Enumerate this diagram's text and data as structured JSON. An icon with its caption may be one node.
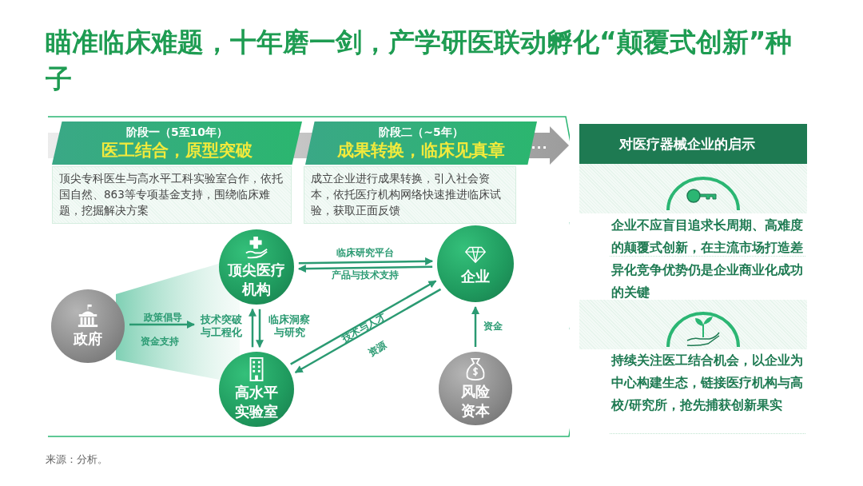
{
  "diagram": {
    "title": "瞄准临床难题，十年磨一剑，产学研医联动孵化“颠覆式创新”种子",
    "caption": "来源：分析。",
    "nodes": [
      {
        "text": [
          "阶段一（5至10年）",
          "医工结合，原型突破"
        ]
      },
      {
        "text": [
          "顶尖专科医生与高水平工科实验室合作，依托国自然、863等专项基金支持，围绕临床难题，挖掘解决方案"
        ]
      },
      {
        "text": [
          "阶段二（~5年）",
          "成果转换，临床见真章"
        ]
      },
      {
        "text": [
          "成立企业进行成果转换，引入社会资本，依托医疗机构网络快速推进临床试验，获取正面反馈"
        ]
      },
      {
        "text": [
          "政府"
        ]
      },
      {
        "text": [
          "顶尖医疗机构"
        ]
      },
      {
        "text": [
          "高水平实验室"
        ]
      },
      {
        "text": [
          "企业"
        ]
      },
      {
        "text": [
          "风险资本"
        ]
      },
      {
        "text": [
          "对医疗器械企业的启示"
        ]
      },
      {
        "text": [
          "企业不应盲目追求长周期、高难度的颠覆式创新，在主流市场打造差异化竞争优势仍是企业商业化成功的关键"
        ],
        "in": 9
      },
      {
        "text": [
          "持续关注医工结合机会，以企业为中心构建生态，链接医疗机构与高校/研究所，抢先捕获创新果实"
        ],
        "in": 9
      }
    ],
    "edges": [
      {
        "from": 4,
        "to": null,
        "arrow": "to",
        "label": "政策倡导"
      },
      {
        "from": 6,
        "to": 5,
        "arrow": "to",
        "label": "技术突破与工程化"
      },
      {
        "from": 5,
        "to": 6,
        "arrow": "to",
        "label": "临床洞察与研究"
      },
      {
        "from": 5,
        "to": 7,
        "arrow": "to",
        "label": "临床研究平台"
      },
      {
        "from": 7,
        "to": 5,
        "arrow": "to",
        "label": "产品与技术支持"
      },
      {
        "from": 6,
        "to": 7,
        "arrow": "to",
        "label": "技术与人才"
      },
      {
        "from": 7,
        "to": 6,
        "arrow": "to",
        "label": "资源"
      },
      {
        "from": 8,
        "to": 7,
        "arrow": "to",
        "label": "资金"
      }
    ],
    "labels": [
      "...",
      "资金支持"
    ]
  }
}
